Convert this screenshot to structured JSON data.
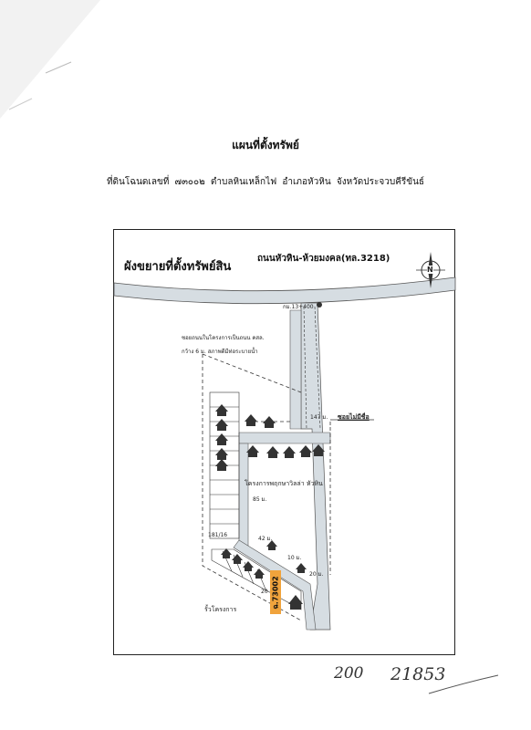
{
  "document": {
    "title": "แผนที่ตั้งทรัพย์",
    "subtitle": "ที่ดินโฉนดเลขที่ ๗๓๐๐๒ ตำบลหินเหล็กไฟ อำเภอหัวหิน จังหวัดประจวบคีรีขันธ์"
  },
  "map": {
    "title": "ผังขยายที่ตั้งทรัพย์สิน",
    "road_label": "ถนนหัวหิน-ห้วยมงคล(ทล.3218)",
    "km_marker": "กม.13+400",
    "note_line1": "ซอยถนนในโครงการเป็นถนน คสล.",
    "note_line2": "กว้าง 6 ม. สภาพดีมีท่อระบายน้ำ",
    "distance_147": "147 ม.",
    "soi_label": "ซอยไม่มีชื่อ",
    "project_label": "โครงการพฤกษาวิลล่า หัวหิน",
    "distance_main": "85 ม.",
    "plot_code": "181/16",
    "distance_42": "42 ม.",
    "distance_10": "10 ม.",
    "distance_20a": "20 ม.",
    "distance_20b": "20 ม.",
    "fence_label": "รั้วโครงการ",
    "deed_badge": "ฉ.73002",
    "compass_letter": "N"
  },
  "handwriting": {
    "left": "200",
    "right": "21853"
  },
  "colors": {
    "road_fill": "#d6dde2",
    "badge": "#f0a33c",
    "ink": "#111111"
  },
  "icons": [
    "north-arrow-icon",
    "house-icon",
    "km-marker-icon"
  ]
}
